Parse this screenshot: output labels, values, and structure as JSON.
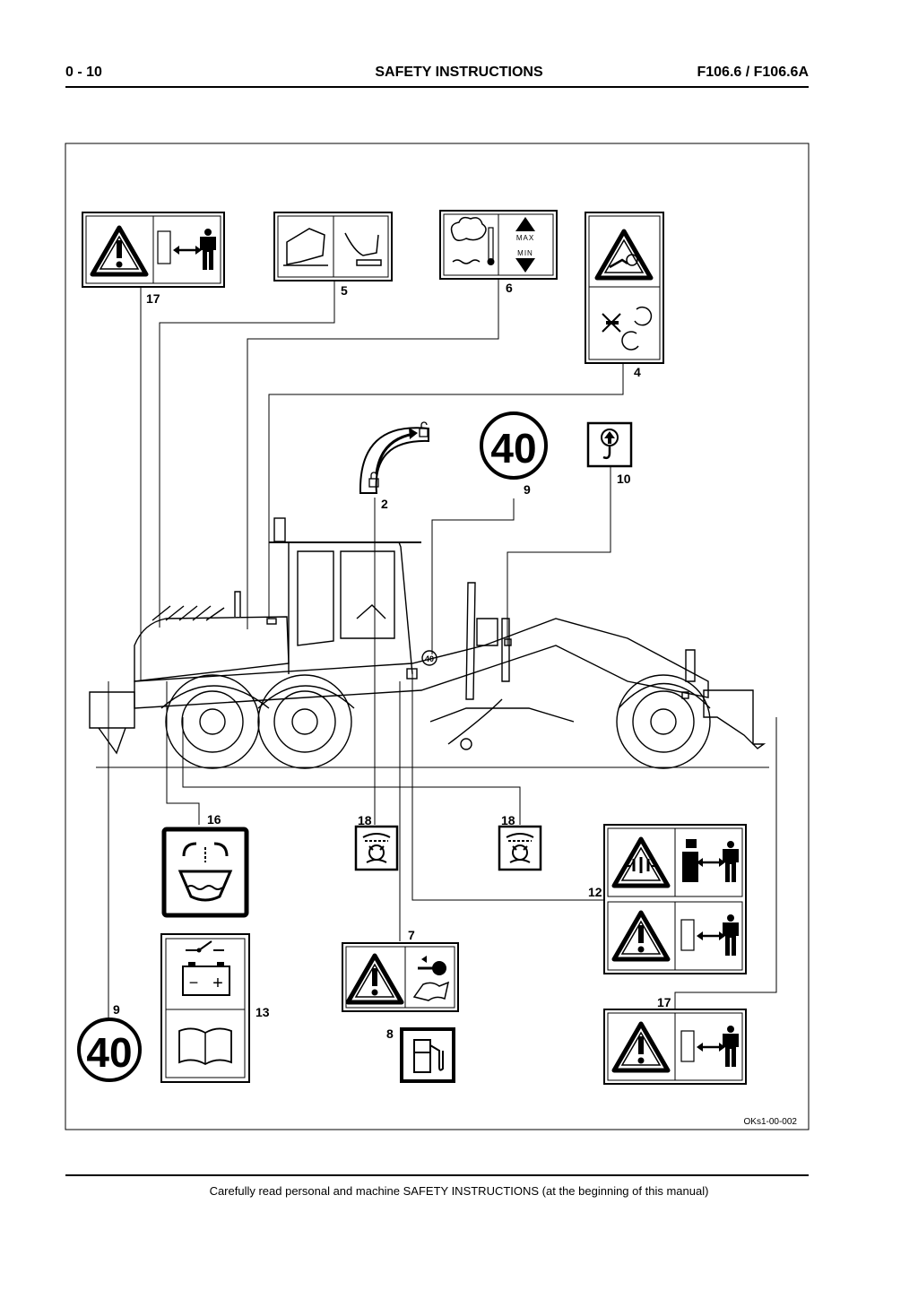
{
  "header": {
    "page_number": "0 - 10",
    "title": "SAFETY INSTRUCTIONS",
    "model": "F106.6 / F106.6A"
  },
  "figure": {
    "code": "OKs1-00-002",
    "callouts": {
      "c17a": "17",
      "c5": "5",
      "c6": "6",
      "c4": "4",
      "c2": "2",
      "c9a": "9",
      "c10": "10",
      "c16": "16",
      "c18a": "18",
      "c18b": "18",
      "c12": "12",
      "c7": "7",
      "c13": "13",
      "c9b": "9",
      "c8": "8",
      "c17b": "17"
    },
    "sign_text": {
      "max": "MAX",
      "min": "MIN",
      "speed_a": "40",
      "speed_b": "40",
      "speed_c": "40",
      "plus": "+",
      "minus": "−"
    }
  },
  "footer": {
    "note": "Carefully read personal and machine SAFETY INSTRUCTIONS (at the beginning of this manual)"
  }
}
